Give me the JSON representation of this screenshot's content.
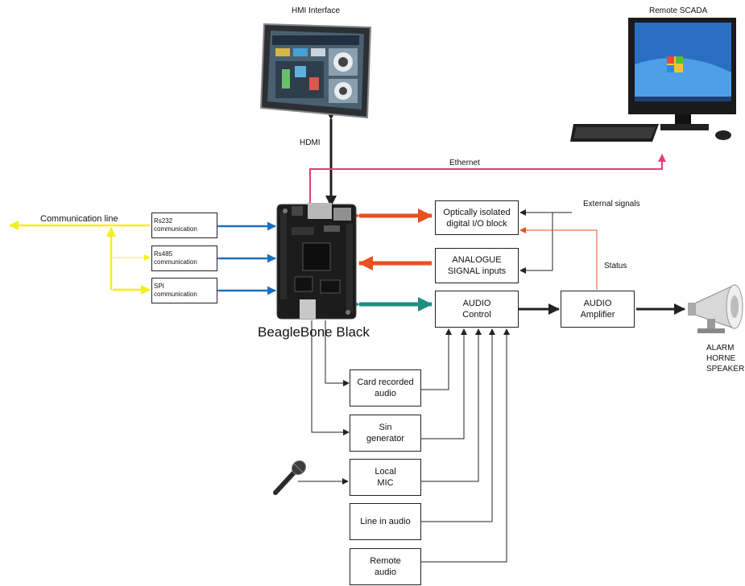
{
  "labels": {
    "hmi_interface": "HMI Interface",
    "remote_scada": "Remote SCADA",
    "hdmi": "HDMI",
    "ethernet": "Ethernet",
    "communication_line": "Communication line",
    "external_signals": "External signals",
    "status": "Status",
    "beaglebone": "BeagleBone Black",
    "alarm_l1": "ALARM",
    "alarm_l2": "HORNE",
    "alarm_l3": "SPEAKER"
  },
  "comm_boxes": {
    "rs232_l1": "Rs232",
    "rs232_l2": "communication",
    "rs485_l1": "Rs485",
    "rs485_l2": "communication",
    "spi_l1": "SPI",
    "spi_l2": "communication"
  },
  "blocks": {
    "optic_l1": "Optically isolated",
    "optic_l2": "digital I/O block",
    "analogue_l1": "ANALOGUE",
    "analogue_l2": "SIGNAL inputs",
    "audio_ctrl_l1": "AUDIO",
    "audio_ctrl_l2": "Control",
    "amp_l1": "AUDIO",
    "amp_l2": "Amplifier",
    "card_l1": "Card recorded",
    "card_l2": "audio",
    "sin_l1": "Sin",
    "sin_l2": "generator",
    "mic_l1": "Local",
    "mic_l2": "MIC",
    "line_in": "Line in audio",
    "remote_l1": "Remote",
    "remote_l2": "audio"
  },
  "colors": {
    "hdmi_arrow": "#222222",
    "ethernet_line": "#e0407a",
    "comm_line": "#f2ef1f",
    "comm_arrows": "#1e6fbf",
    "io_arrows": "#e8501e",
    "audio_arrow": "#1e8f80",
    "status_line": "#e8501e"
  },
  "icons": {
    "hmi": "hmi-touch-panel-icon",
    "scada": "desktop-computer-icon",
    "board": "beaglebone-board-icon",
    "mic": "microphone-icon",
    "horn": "horn-speaker-icon"
  }
}
